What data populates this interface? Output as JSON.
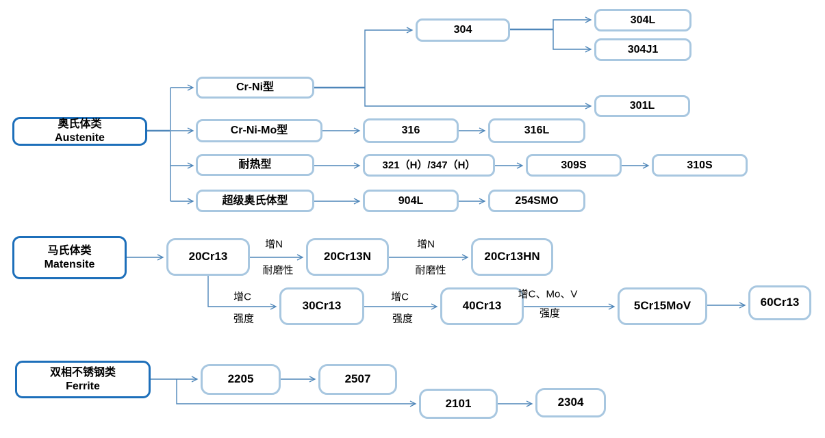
{
  "diagram_title": "Stainless steel classification flowchart",
  "colors": {
    "main_border": "#1D6FBA",
    "light_border": "#A8C7E0",
    "connector": "#4E86B9",
    "text": "#000000",
    "bg": "#FFFFFF"
  },
  "nodes": {
    "austenite": {
      "zh": "奥氏体类",
      "en": "Austenite"
    },
    "matensite": {
      "zh": "马氏体类",
      "en": "Matensite"
    },
    "ferrite": {
      "zh": "双相不锈钢类",
      "en": "Ferrite"
    },
    "crni": "Cr-Ni型",
    "crnimo": "Cr-Ni-Mo型",
    "heat_resistant": "耐热型",
    "super_austenite": "超级奥氏体型",
    "s304": "304",
    "s304l": "304L",
    "s304j1": "304J1",
    "s301l": "301L",
    "s316": "316",
    "s316l": "316L",
    "s321_347": "321（H）/347（H）",
    "s309s": "309S",
    "s310s": "310S",
    "s904l": "904L",
    "s254smo": "254SMO",
    "m20cr13": "20Cr13",
    "m20cr13n": "20Cr13N",
    "m20cr13hn": "20Cr13HN",
    "m30cr13": "30Cr13",
    "m40cr13": "40Cr13",
    "m5cr15mov": "5Cr15MoV",
    "m60cr13": "60Cr13",
    "f2205": "2205",
    "f2507": "2507",
    "f2101": "2101",
    "f2304": "2304"
  },
  "edge_labels": {
    "add_n_1": "增N",
    "wear_1": "耐磨性",
    "add_n_2": "增N",
    "wear_2": "耐磨性",
    "add_c_1": "增C",
    "strength_1": "强度",
    "add_c_2": "增C",
    "strength_2": "强度",
    "add_c_mo_v": "增C、Mo、V",
    "strength_3": "强度"
  },
  "edges": [
    {
      "from": "austenite",
      "to": "crni"
    },
    {
      "from": "austenite",
      "to": "crnimo"
    },
    {
      "from": "austenite",
      "to": "heat_resistant"
    },
    {
      "from": "austenite",
      "to": "super_austenite"
    },
    {
      "from": "crni",
      "to": "s304"
    },
    {
      "from": "crni",
      "to": "s301l"
    },
    {
      "from": "s304",
      "to": "s304l"
    },
    {
      "from": "s304",
      "to": "s304j1"
    },
    {
      "from": "crnimo",
      "to": "s316"
    },
    {
      "from": "s316",
      "to": "s316l"
    },
    {
      "from": "heat_resistant",
      "to": "s321_347"
    },
    {
      "from": "s321_347",
      "to": "s309s"
    },
    {
      "from": "s309s",
      "to": "s310s"
    },
    {
      "from": "super_austenite",
      "to": "s904l"
    },
    {
      "from": "s904l",
      "to": "s254smo"
    },
    {
      "from": "matensite",
      "to": "m20cr13"
    },
    {
      "from": "m20cr13",
      "to": "m20cr13n",
      "label": "增N 耐磨性"
    },
    {
      "from": "m20cr13n",
      "to": "m20cr13hn",
      "label": "增N 耐磨性"
    },
    {
      "from": "m20cr13",
      "to": "m30cr13",
      "label": "增C 强度"
    },
    {
      "from": "m30cr13",
      "to": "m40cr13",
      "label": "增C 强度"
    },
    {
      "from": "m40cr13",
      "to": "m5cr15mov",
      "label": "增C、Mo、V 强度"
    },
    {
      "from": "m5cr15mov",
      "to": "m60cr13"
    },
    {
      "from": "ferrite",
      "to": "f2205"
    },
    {
      "from": "ferrite",
      "to": "f2101"
    },
    {
      "from": "f2205",
      "to": "f2507"
    },
    {
      "from": "f2101",
      "to": "f2304"
    }
  ]
}
